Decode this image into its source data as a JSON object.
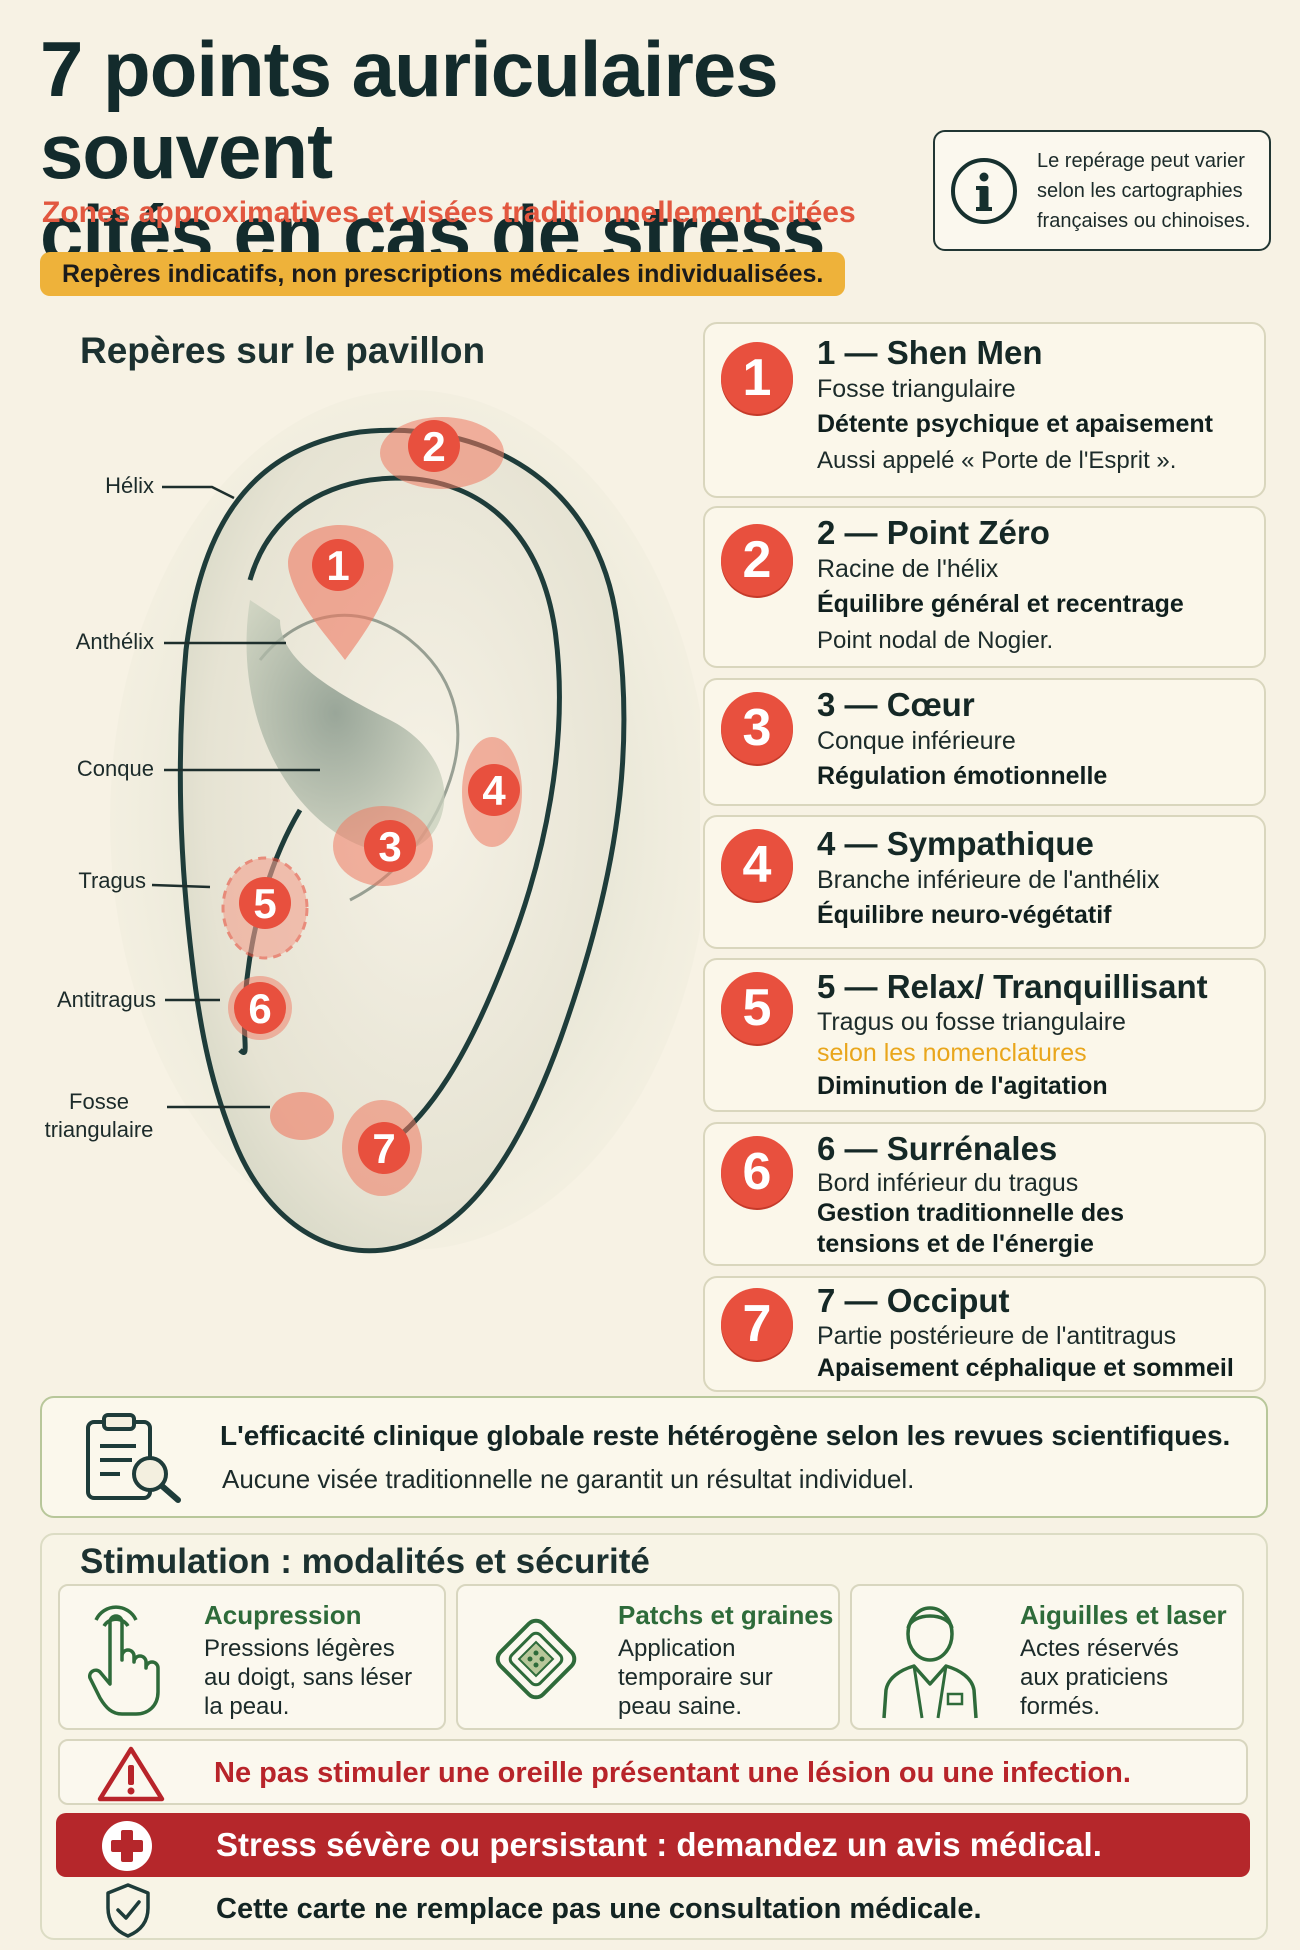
{
  "header": {
    "title_line1": "7 points auriculaires souvent",
    "title_line2": "cités en cas de stress",
    "subtitle": "Zones approximatives et visées traditionnellement citées",
    "disclaimer": "Repères indicatifs, non prescriptions médicales individualisées.",
    "info_lines": [
      "Le repérage peut varier",
      "selon les cartographies",
      "françaises ou chinoises."
    ],
    "info_icon": "info-icon"
  },
  "ear": {
    "heading": "Repères sur le pavillon",
    "labels": {
      "helix": "Hélix",
      "antihelix": "Anthélix",
      "concha": "Conque",
      "tragus": "Tragus",
      "antitragus": "Antitragus",
      "fossa_line1": "Fosse",
      "fossa_line2": "triangulaire"
    },
    "markers": [
      "1",
      "2",
      "3",
      "4",
      "5",
      "6",
      "7"
    ]
  },
  "points": [
    {
      "num": "1",
      "title": "1 — Shen Men",
      "location": "Fosse triangulaire",
      "effect": "Détente psychique et apaisement",
      "extra": "Aussi appelé « Porte de l'Esprit »."
    },
    {
      "num": "2",
      "title": "2 — Point Zéro",
      "location": "Racine de l'hélix",
      "effect": "Équilibre général et recentrage",
      "extra": "Point nodal de Nogier."
    },
    {
      "num": "3",
      "title": "3 — Cœur",
      "location": "Conque inférieure",
      "effect": "Régulation émotionnelle"
    },
    {
      "num": "4",
      "title": "4 — Sympathique",
      "location": "Branche inférieure de l'anthélix",
      "effect": "Équilibre neuro-végétatif"
    },
    {
      "num": "5",
      "title": "5 — Relax/ Tranquillisant",
      "location": "Tragus ou fosse triangulaire",
      "note": "selon les nomenclatures",
      "effect": "Diminution de l'agitation"
    },
    {
      "num": "6",
      "title": "6 — Surrénales",
      "location": "Bord inférieur du tragus",
      "effect_line1": "Gestion traditionnelle des",
      "effect_line2": "tensions et de l'énergie"
    },
    {
      "num": "7",
      "title": "7 — Occiput",
      "location": "Partie postérieure de l'antitragus",
      "effect": "Apaisement céphalique et sommeil"
    }
  ],
  "evidence": {
    "line1": "L'efficacité clinique globale reste hétérogène selon les revues scientifiques.",
    "line2": "Aucune visée traditionnelle ne garantit un résultat individuel.",
    "icon": "clipboard-search-icon"
  },
  "stimulation": {
    "heading": "Stimulation : modalités et sécurité",
    "modalities": [
      {
        "title": "Acupression",
        "lines": [
          "Pressions légères",
          "au doigt, sans léser",
          "la peau."
        ],
        "icon": "finger-press-icon"
      },
      {
        "title": "Patchs et graines",
        "lines": [
          "Application",
          "temporaire sur",
          "peau saine."
        ],
        "icon": "patch-icon"
      },
      {
        "title": "Aiguilles et laser",
        "lines": [
          "Actes réservés",
          "aux praticiens",
          "formés."
        ],
        "icon": "practitioner-icon"
      }
    ],
    "warning": "Ne pas stimuler une oreille présentant une lésion ou une infection.",
    "alert": "Stress sévère ou persistant : demandez un avis médical.",
    "final": "Cette carte ne remplace pas une consultation médicale."
  },
  "colors": {
    "background": "#f7f2e4",
    "accent_red": "#e8503e",
    "title_dark": "#132b2c",
    "highlight_yellow": "#eeb23a",
    "alert_red": "#b5272b",
    "green": "#2e6b3a"
  }
}
